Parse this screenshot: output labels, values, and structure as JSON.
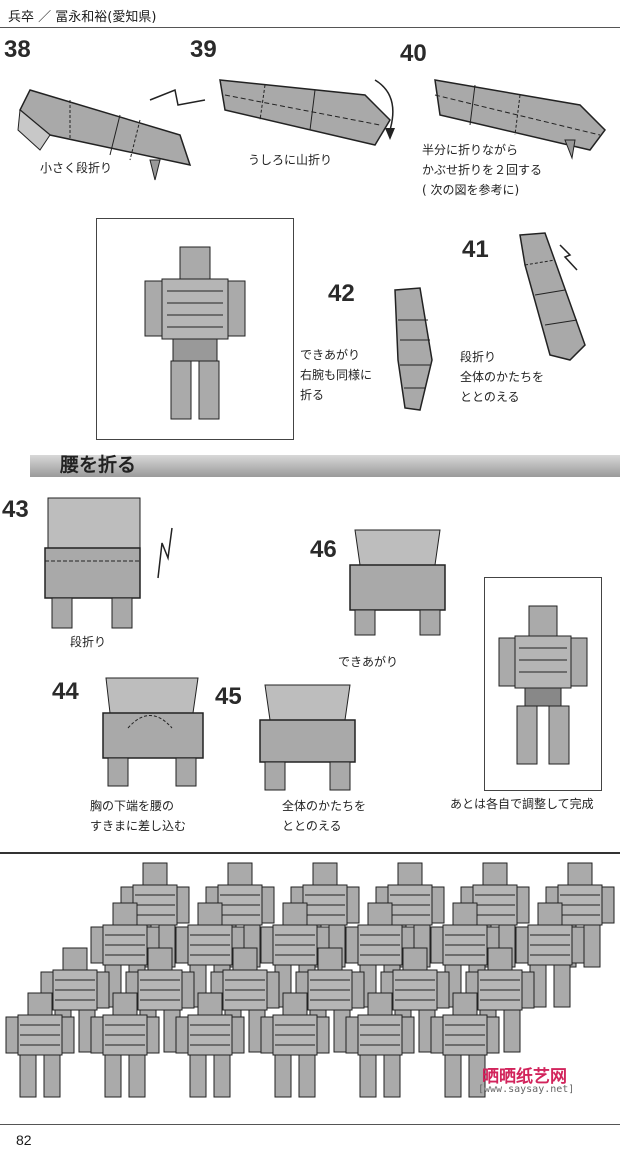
{
  "header": "兵卒 ／ 冨永和裕(愛知県)",
  "section_title": "腰を折る",
  "page_number": "82",
  "watermark": {
    "text": "晒晒纸艺网",
    "url": "[www.saysay.net]"
  },
  "steps": {
    "s38": {
      "num": "38",
      "caption": "小さく段折り"
    },
    "s39": {
      "num": "39",
      "caption": "うしろに山折り"
    },
    "s40": {
      "num": "40",
      "caption": "半分に折りながら\nかぶせ折りを２回する\n( 次の図を参考に)"
    },
    "s41": {
      "num": "41",
      "caption": "段折り\n全体のかたちを\nととのえる"
    },
    "s42": {
      "num": "42",
      "caption": "できあがり\n右腕も同様に\n折る"
    },
    "s43": {
      "num": "43",
      "caption": "段折り"
    },
    "s44": {
      "num": "44",
      "caption": "胸の下端を腰の\nすきまに差し込む"
    },
    "s45": {
      "num": "45",
      "caption": "全体のかたちを\nととのえる"
    },
    "s46": {
      "num": "46",
      "caption": "できあがり"
    },
    "finish": {
      "caption": "あとは各自で調整して完成"
    }
  },
  "colors": {
    "paper_gray": "#a9a9a9",
    "line": "#222222",
    "watermark": "#d2245c"
  }
}
